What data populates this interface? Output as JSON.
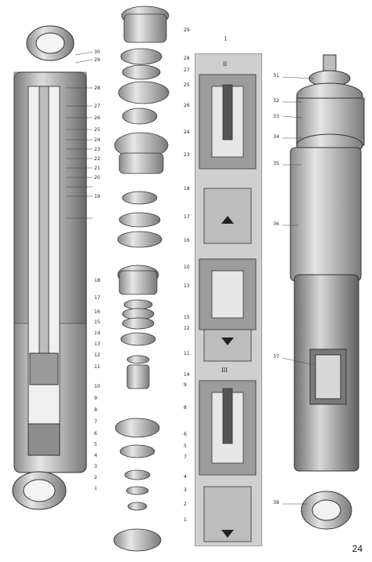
{
  "page_number": "24",
  "callouts": {
    "left": [
      "30",
      "29",
      "28",
      "27",
      "26",
      "25",
      "24",
      "23",
      "22",
      "21",
      "20",
      "19",
      "18",
      "17",
      "16",
      "15",
      "14",
      "13",
      "12",
      "11",
      "10",
      "9",
      "8",
      "7",
      "6",
      "5",
      "4",
      "3",
      "2",
      "1"
    ],
    "middle": [
      "29",
      "28",
      "27",
      "25",
      "26",
      "24",
      "23",
      "18",
      "17",
      "16",
      "10",
      "13",
      "15",
      "12",
      "11",
      "14",
      "9",
      "8",
      "6",
      "5",
      "7",
      "4",
      "3",
      "2",
      "1"
    ],
    "right": [
      "31",
      "32",
      "33",
      "34",
      "35",
      "36",
      "37",
      "38"
    ]
  },
  "panel_marks": [
    "I",
    "II",
    "III"
  ],
  "colors": {
    "metal": "#c8c8c8",
    "dark": "#555555",
    "panel": "#cfcfcf"
  }
}
